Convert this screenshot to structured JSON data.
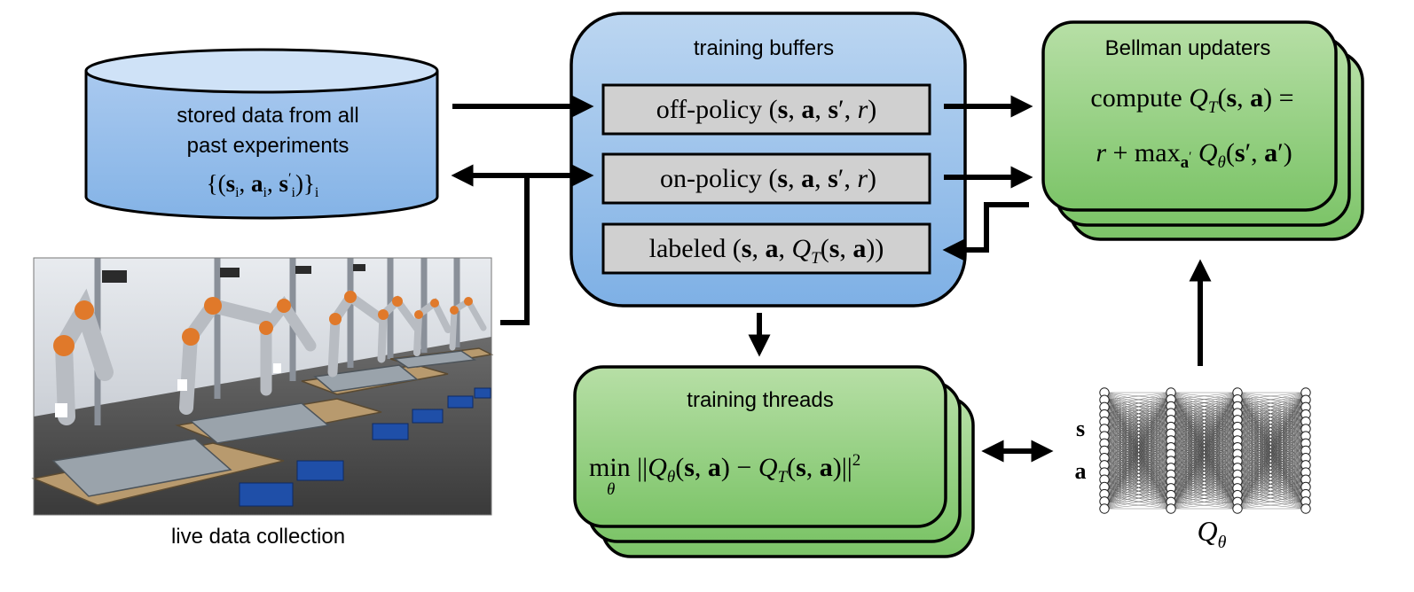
{
  "storage": {
    "line1": "stored data from all",
    "line2": "past experiments",
    "tuple": "{(s_i, a_i, s'_i)}_i"
  },
  "photo": {
    "caption": "live data collection"
  },
  "buffers": {
    "title": "training buffers",
    "off_policy": "off-policy (s, a, s', r)",
    "on_policy": "on-policy (s, a, s', r)",
    "labeled": "labeled (s, a, Q_T(s, a))"
  },
  "bellman": {
    "title": "Bellman updaters",
    "line1": "compute Q_T(s, a) =",
    "line2": "r + max_a' Q_θ(s', a')"
  },
  "threads": {
    "title": "training threads",
    "objective": "min_θ ||Q_θ(s, a) − Q_T(s, a)||^2"
  },
  "network": {
    "input_s": "s",
    "input_a": "a",
    "label": "Q_θ"
  },
  "colors": {
    "blue_fill_top": "#bcd6f1",
    "blue_fill_bottom": "#7eb0e5",
    "cylinder_top": "#cfe2f7",
    "green_fill_top": "#b7dfa6",
    "green_fill_bottom": "#7cc468",
    "buffer_box": "#d0d0d0",
    "stroke": "#000000"
  }
}
